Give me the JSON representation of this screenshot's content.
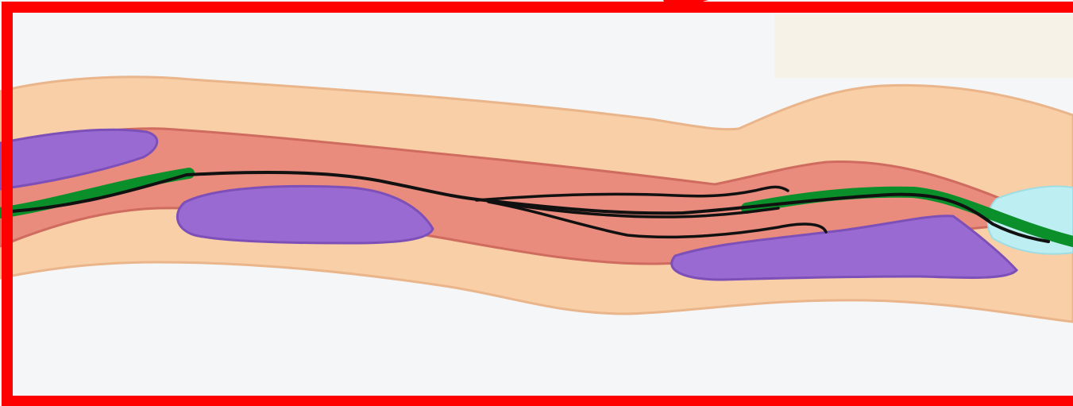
{
  "figure": {
    "kind": "histology-illustration-crop",
    "colors": {
      "background": "#f4f6f8",
      "frame": "#ff0000",
      "outer_tissue": "#f8cfa6",
      "outer_tissue_edge": "#eab58a",
      "middle_layer": "#e98b7d",
      "middle_layer_edge": "#cf6b5f",
      "nuclei": "#9a6ad3",
      "nuclei_edge": "#7d4fb8",
      "green_band": "#0a8f2a",
      "lumen": "#bdeef2",
      "ink_lines": "#111111"
    },
    "parts": {
      "frame": "red-annotation-frame",
      "outer_band": "tissue-band-outer",
      "middle_band": "tissue-band-middle",
      "nuclei": [
        "nucleus-left",
        "nucleus-center",
        "nucleus-right"
      ],
      "green_structure": "green-band",
      "lumen": "lumen",
      "drawn_lines": [
        "ink-line-main",
        "ink-line-fork-1",
        "ink-line-fork-2",
        "ink-line-fork-3"
      ]
    }
  }
}
